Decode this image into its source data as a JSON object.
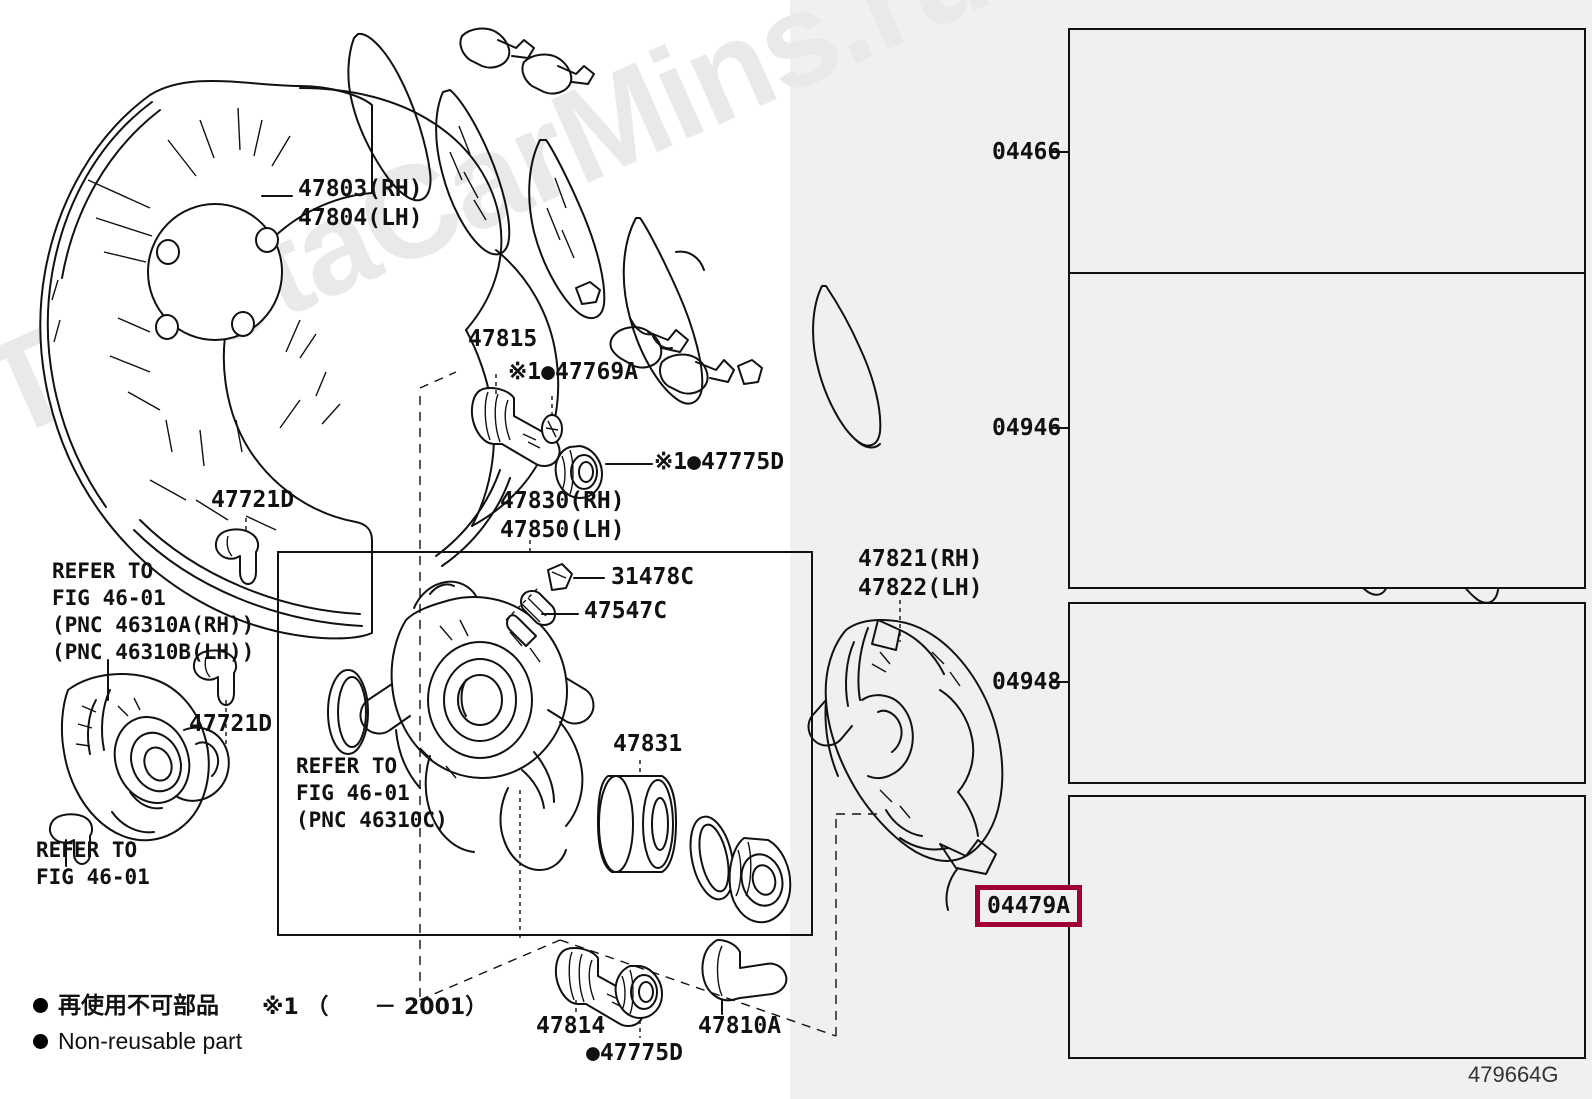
{
  "diagram": {
    "figure_code": "479664G",
    "watermark": "ToyotaCarMins.ru"
  },
  "legend": {
    "marker": "●",
    "jp_text": "再使用不可部品",
    "en_text": "Non-reusable part",
    "note": "※1 （      － 2001）"
  },
  "left_labels": {
    "backing_plate": "47803(RH)\n47804(LH)",
    "slide_pin_upper": "47815",
    "boot_47769a": "※1●47769A",
    "boot_47775d_upper": "※1●47775D",
    "bolt_47721d_upper": "47721D",
    "bolt_47721d_lower": "47721D",
    "caliper_assy": "47830(RH)\n47850(LH)",
    "refer_parking": "REFER TO\nFIG 46-01\n(PNC 46310A(RH))\n(PNC 46310B(LH))",
    "refer_bottom": "REFER TO\nFIG 46-01",
    "refer_inner": "REFER TO\nFIG 46-01\n(PNC 46310C)",
    "bleeder_cap": "31478C",
    "bleeder_screw": "47547C",
    "piston": "47831",
    "slide_pin_lower": "47814",
    "boot_47775d_lower": "●47775D",
    "bolt_47810a": "47810A",
    "mounting_bracket": "47821(RH)\n47822(LH)"
  },
  "kit_panels": [
    {
      "code": "04466",
      "name": "pad-kit-front-disc-brake"
    },
    {
      "code": "04946",
      "name": "shim-kit-front-disc-brake"
    },
    {
      "code": "04948",
      "name": "fitting-kit-front-disc-brake"
    },
    {
      "code": "04479A",
      "name": "cylinder-kit-front-disc-brake",
      "highlighted": true
    }
  ],
  "colors": {
    "highlight": "#A00033",
    "ink": "#111111",
    "page_bg": "#f0f0f0",
    "plate_bg": "#ffffff",
    "watermark": "#e9e9e9"
  }
}
